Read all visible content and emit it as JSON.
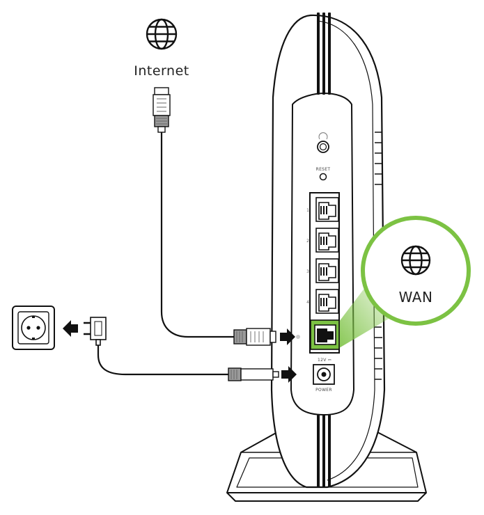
{
  "labels": {
    "internet": "Internet",
    "wan": "WAN",
    "reset": "RESET",
    "power": "POWER",
    "voltage": "12V ⎓",
    "lan_ports": [
      "1",
      "2",
      "3",
      "4"
    ]
  },
  "icons": {
    "internet": "globe-icon",
    "wan": "globe-icon",
    "outlet": "power-outlet-icon",
    "adapter": "power-adapter-icon"
  },
  "colors": {
    "highlight": "#7cc243",
    "line": "#111111",
    "connector": "#9a9a9a"
  }
}
